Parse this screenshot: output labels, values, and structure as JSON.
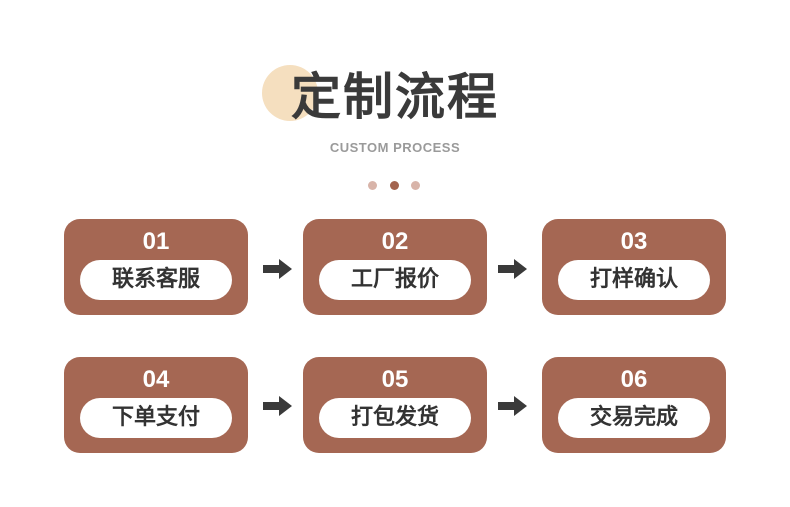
{
  "header": {
    "title": "定制流程",
    "subtitle": "CUSTOM PROCESS"
  },
  "steps": [
    {
      "number": "01",
      "label": "联系客服"
    },
    {
      "number": "02",
      "label": "工厂报价"
    },
    {
      "number": "03",
      "label": "打样确认"
    },
    {
      "number": "04",
      "label": "下单支付"
    },
    {
      "number": "05",
      "label": "打包发货"
    },
    {
      "number": "06",
      "label": "交易完成"
    }
  ],
  "colors": {
    "card_background": "#a56753",
    "accent_circle": "#f5dfbf",
    "dot_light": "#d8b4a9",
    "dot_dark": "#a3644f",
    "arrow": "#3a3a3a"
  },
  "icons": {
    "arrow": "arrow-right-icon"
  }
}
